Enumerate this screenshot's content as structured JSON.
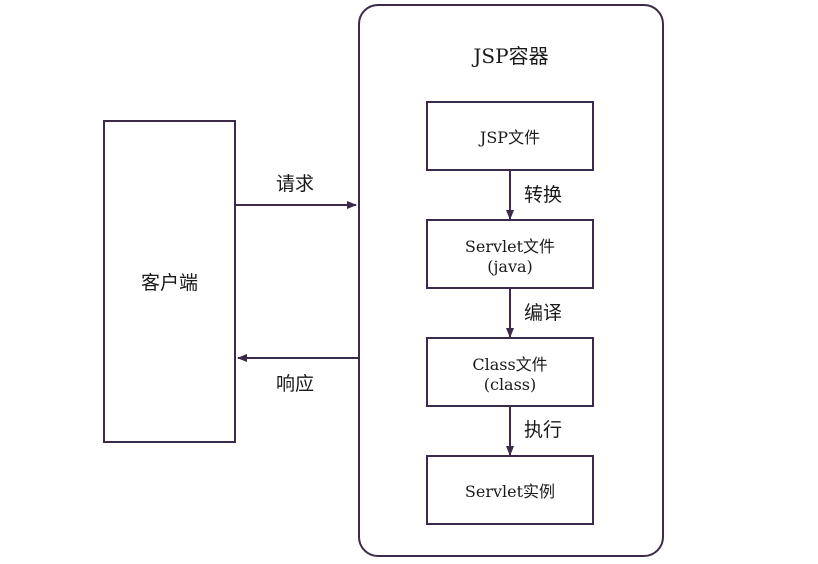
{
  "client": {
    "label": "客户端"
  },
  "container": {
    "title": "JSP容器",
    "stages": [
      {
        "line1": "JSP文件",
        "line2": ""
      },
      {
        "line1": "Servlet文件",
        "line2": "(java)"
      },
      {
        "line1": "Class文件",
        "line2": "(class)"
      },
      {
        "line1": "Servlet实例",
        "line2": ""
      }
    ],
    "transitions": [
      "转换",
      "编译",
      "执行"
    ]
  },
  "flows": {
    "request": "请求",
    "response": "响应"
  },
  "colors": {
    "stroke": "#3b2a4a",
    "text": "#1a1a1a"
  }
}
